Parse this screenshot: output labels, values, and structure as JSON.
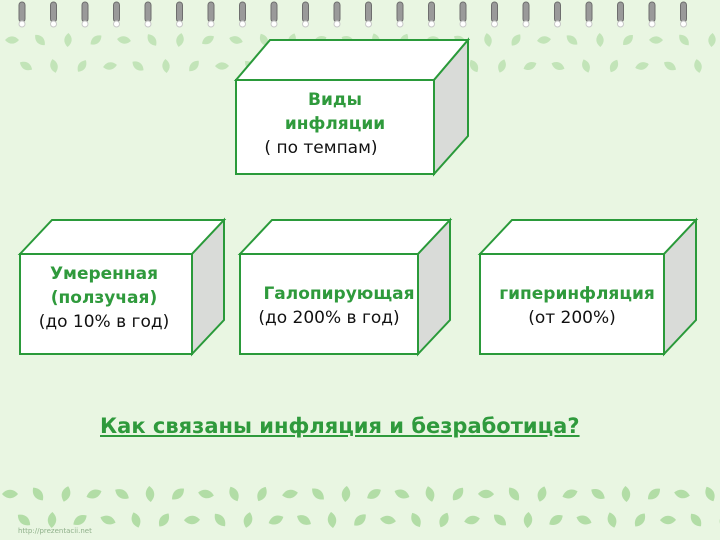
{
  "colors": {
    "background": "#e9f6e2",
    "accent_green": "#2f9a3c",
    "box_border": "#2a9a3a",
    "box_side": "#d9dbd8",
    "leaf": "#7cc36a"
  },
  "icons": [
    "spiral-binding-icon",
    "leaf-icon"
  ],
  "root": {
    "line1": "Виды",
    "line2": "инфляции",
    "line3": "( по темпам)"
  },
  "types": [
    {
      "line1": "Умеренная",
      "line2": "(ползучая)",
      "line3": "(до 10% в год)"
    },
    {
      "line1": "Галопирующая",
      "line2": "(до 200% в год)"
    },
    {
      "line1": "гиперинфляция",
      "line2": "(от 200%)"
    }
  ],
  "question": "Как связаны инфляция и безработица?",
  "watermark": "http://prezentacii.net"
}
